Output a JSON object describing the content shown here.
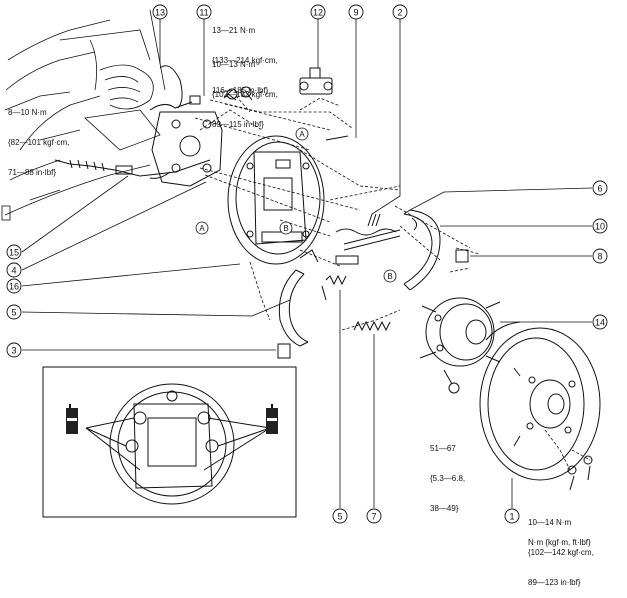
{
  "units_note": "N·m {kgf·m, ft·lbf}",
  "torques": {
    "t1": [
      "8—10 N·m",
      "{82—101 kgf·cm,",
      "71—88 in·lbf}"
    ],
    "t2": [
      "13—21 N·m",
      "{133—214 kgf·cm,",
      "116—185 in·lbf}"
    ],
    "t3": [
      "10—13 N·m",
      "{102—132 kgf·cm,",
      "89—115 in·lbf}"
    ],
    "t4": [
      "51—67",
      "{5.3—6.8,",
      "38—49}"
    ],
    "t5": [
      "10—14 N·m",
      "{102—142 kgf·cm,",
      "89—123 in·lbf}"
    ]
  },
  "callouts": {
    "c1": "1",
    "c2": "2",
    "c3": "3",
    "c4": "4",
    "c5a": "5",
    "c5b": "5",
    "c6": "6",
    "c7": "7",
    "c8": "8",
    "c9": "9",
    "c10": "10",
    "c11": "11",
    "c12": "12",
    "c13": "13",
    "c14": "14",
    "c15": "15",
    "c16": "16"
  },
  "markers": {
    "a_top": "A",
    "a_left": "A",
    "b_plate": "B",
    "b_shoe": "B"
  },
  "icons": [
    "grease-tube-icon",
    "callout-circle",
    "reference-letter-circle"
  ],
  "colors": {
    "line": "#111111",
    "background": "#ffffff",
    "grease_can": "#222222"
  }
}
